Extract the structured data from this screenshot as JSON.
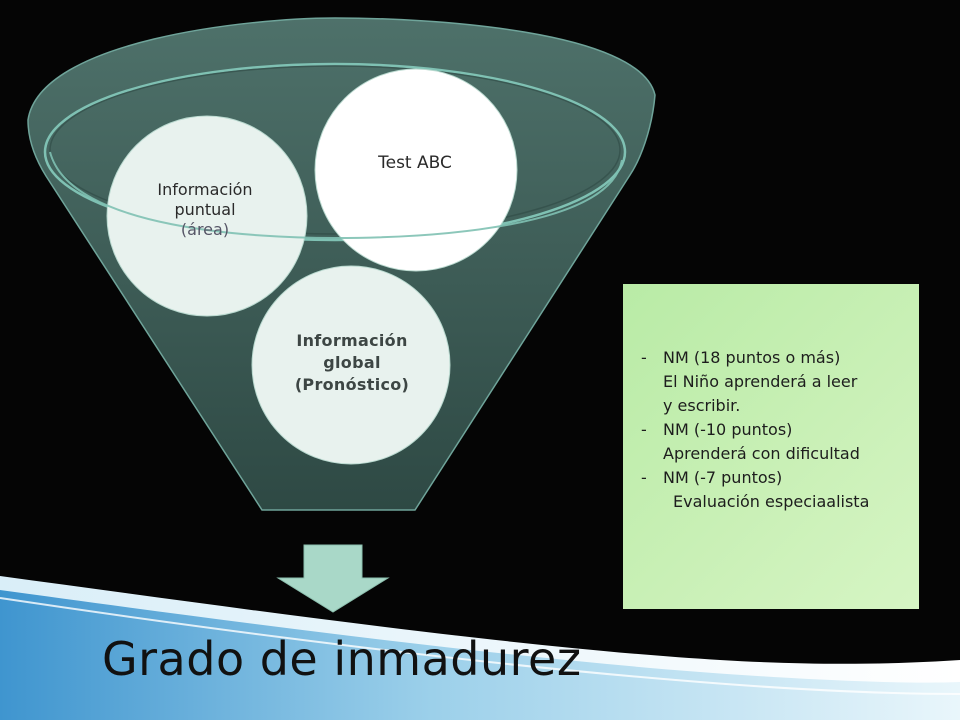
{
  "diagram": {
    "circles": {
      "test_abc": "Test ABC",
      "info_puntual": [
        "Información",
        "puntual",
        "(área)"
      ],
      "info_global": [
        "Información",
        "global",
        "(Pronóstico)"
      ]
    }
  },
  "info_box": {
    "items": [
      {
        "dash": "-",
        "lines": [
          "NM (18 puntos o más)",
          "El Niño aprenderá a leer",
          "y escribir."
        ]
      },
      {
        "dash": "-",
        "lines": [
          "NM (-10 puntos)",
          "Aprenderá con dificultad"
        ]
      },
      {
        "dash": "-",
        "lines": [
          "NM (-7 puntos)",
          "Evaluación especiaalista"
        ]
      }
    ]
  },
  "title": "Grado de inmadurez",
  "colors": {
    "background": "#050505",
    "funnel": "#3f5f59",
    "circle_fill": "#e8f2ee",
    "arrow": "#a9d8c8",
    "info_box": "#c4eeb0",
    "bottom_band": "#4a9fd3"
  }
}
